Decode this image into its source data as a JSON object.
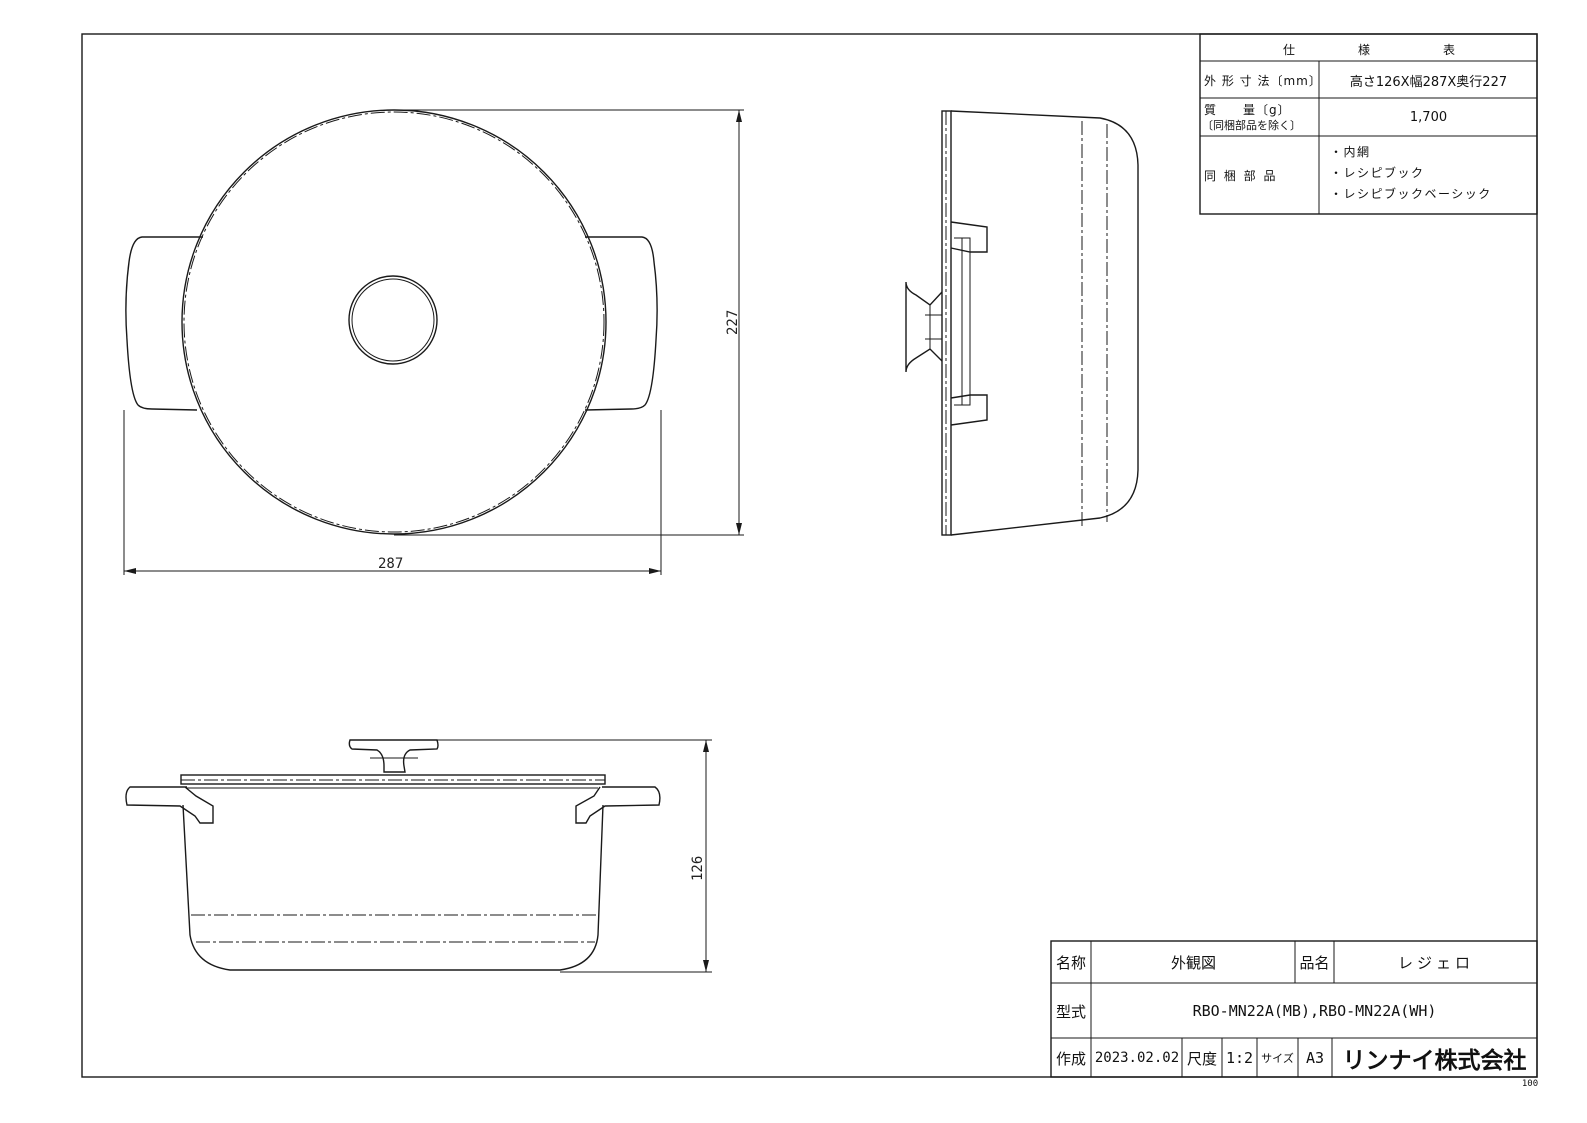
{
  "dimensions": {
    "width": "287",
    "depth": "227",
    "height": "126"
  },
  "spec_table": {
    "header": [
      "仕",
      "様",
      "表"
    ],
    "rows": [
      {
        "label": "外 形 寸 法〔mm〕",
        "value": "高さ126X幅287X奥行227"
      },
      {
        "label": "質　　量〔g〕",
        "label_sub": "〔同梱部品を除く〕",
        "value": "1,700"
      },
      {
        "label": "同 梱 部 品",
        "items": [
          "・内網",
          "・レシピブック",
          "・レシピブックベーシック"
        ]
      }
    ]
  },
  "title_block": {
    "name_label": "名称",
    "name_value": "外観図",
    "product_label": "品名",
    "product_value": "レジェロ",
    "model_label": "型式",
    "model_value": "RBO-MN22A(MB),RBO-MN22A(WH)",
    "created_label": "作成",
    "created_value": "2023.02.02",
    "scale_label": "尺度",
    "scale_value": "1:2",
    "size_label": "サイズ",
    "size_value": "A3",
    "company": "リンナイ株式会社"
  },
  "corner_note": "100"
}
